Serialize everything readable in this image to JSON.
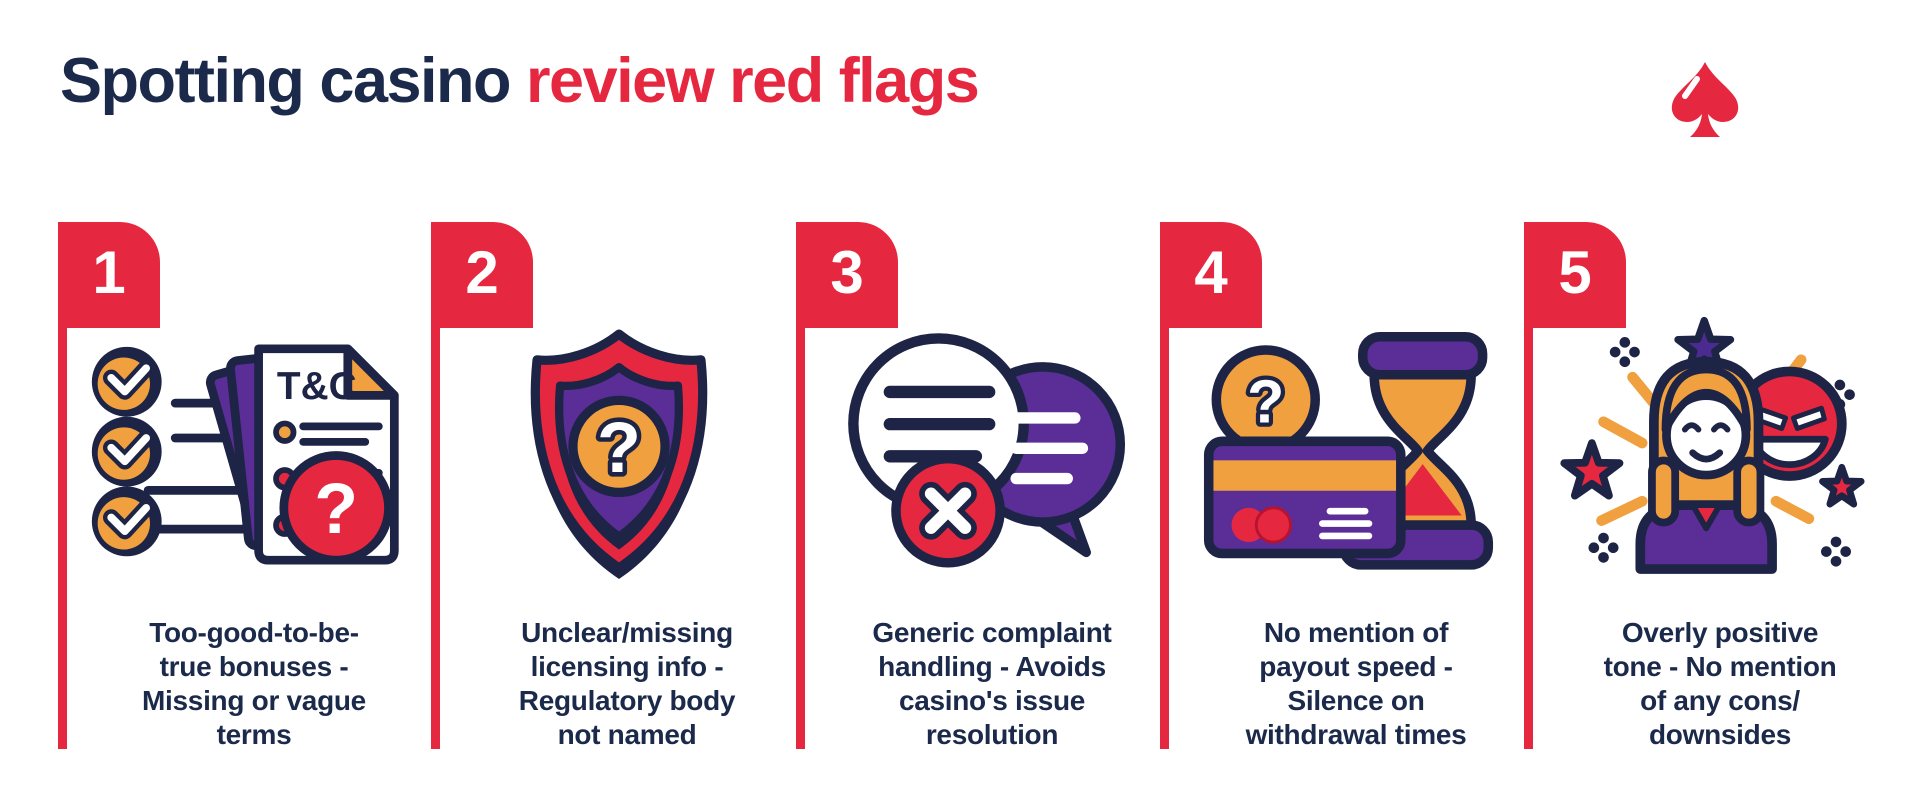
{
  "palette": {
    "red": "#E62740",
    "navy": "#1B2A4A",
    "purple": "#5B2D96",
    "orange": "#F0A03F",
    "white": "#FFFFFF"
  },
  "header": {
    "title_primary": "Spotting casino ",
    "title_accent": "review red flags",
    "logo_icon": "spade-icon"
  },
  "flags": [
    {
      "number": "1",
      "icon": "terms-document-icon",
      "doc_label": "T&C",
      "badge_glyph": "?",
      "caption": "Too-good-to-be-\ntrue bonuses -\nMissing or vague\nterms"
    },
    {
      "number": "2",
      "icon": "license-shield-icon",
      "badge_glyph": "?",
      "caption": "Unclear/missing\nlicensing info -\nRegulatory body\nnot named"
    },
    {
      "number": "3",
      "icon": "complaint-bubbles-icon",
      "caption": "Generic complaint\nhandling - Avoids\ncasino's issue\nresolution"
    },
    {
      "number": "4",
      "icon": "payout-hourglass-icon",
      "coin_glyph": "?",
      "caption": "No mention of\npayout speed -\nSilence on\nwithdrawal times"
    },
    {
      "number": "5",
      "icon": "overly-positive-reviewer-icon",
      "caption": "Overly positive\ntone - No mention\nof any cons/\ndownsides"
    }
  ]
}
